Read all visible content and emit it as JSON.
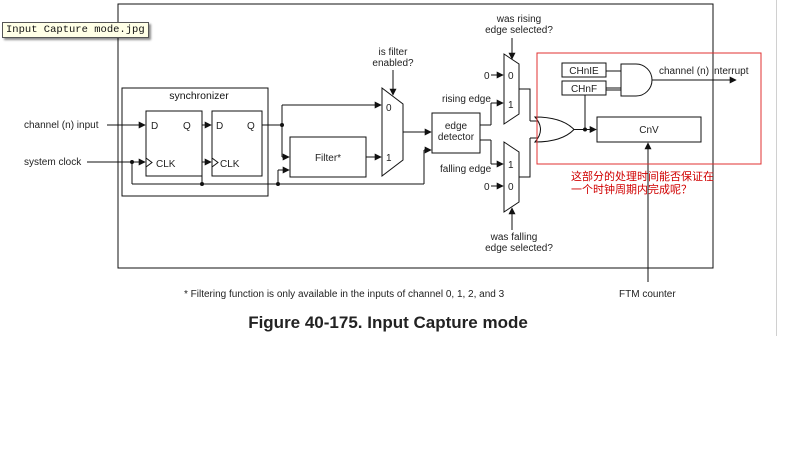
{
  "tooltip": {
    "filename": "Input Capture mode.jpg"
  },
  "diagram": {
    "synchronizer_label": "synchronizer",
    "channel_input": "channel (n) input",
    "system_clock": "system clock",
    "d": "D",
    "q": "Q",
    "clk": "CLK",
    "filter": "Filter*",
    "is_filter_enabled": [
      "is filter",
      "enabled?"
    ],
    "mux_0": "0",
    "mux_1": "1",
    "edge_detector": [
      "edge",
      "detector"
    ],
    "rising_edge": "rising edge",
    "falling_edge": "falling edge",
    "was_rising": [
      "was rising",
      "edge selected?"
    ],
    "was_falling": [
      "was falling",
      "edge selected?"
    ],
    "chnie": "CHnIE",
    "chnf": "CHnF",
    "channel_interrupt": "channel (n) interrupt",
    "cnv": "CnV",
    "ftm_counter": "FTM counter",
    "footnote": "* Filtering function is only available in the inputs of channel 0, 1, 2, and 3",
    "figure_caption": "Figure 40-175. Input Capture mode"
  },
  "annotation": {
    "lines": [
      "这部分的处理时间能否保证在",
      "一个时钟周期内完成呢？"
    ],
    "color": "#d00000"
  }
}
